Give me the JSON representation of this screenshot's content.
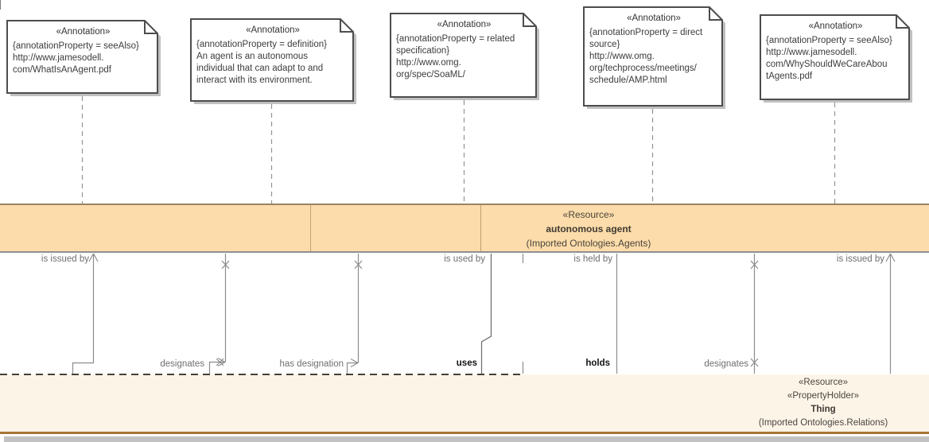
{
  "diagram": {
    "notes": [
      {
        "stereotype": "«Annotation»",
        "lines": [
          "{annotationProperty = seeAlso}",
          "http://www.jamesodell.",
          "com/WhatIsAnAgent.pdf"
        ]
      },
      {
        "stereotype": "«Annotation»",
        "lines": [
          "{annotationProperty = definition}",
          "An agent is an autonomous",
          "individual that can adapt to and",
          "interact with its environment."
        ]
      },
      {
        "stereotype": "«Annotation»",
        "lines": [
          "{annotationProperty = related",
          "specification}",
          "http://www.omg.",
          "org/spec/SoaML/"
        ]
      },
      {
        "stereotype": "«Annotation»",
        "lines": [
          "{annotationProperty = direct",
          "source}",
          "http://www.omg.",
          "org/techprocess/meetings/",
          "schedule/AMP.html"
        ]
      },
      {
        "stereotype": "«Annotation»",
        "lines": [
          "{annotationProperty = seeAlso}",
          "http://www.jamesodell.",
          "com/WhyShouldWeCareAbou",
          "tAgents.pdf"
        ]
      }
    ],
    "agent_class": {
      "stereotype": "«Resource»",
      "name": "autonomous agent",
      "package": "(Imported Ontologies.Agents)",
      "fill": "#fcdcaa"
    },
    "thing_class": {
      "stereotype1": "«Resource»",
      "stereotype2": "«PropertyHolder»",
      "name": "Thing",
      "package": "(Imported Ontologies.Relations)",
      "fill": "#fdf4e8"
    },
    "associations": [
      {
        "top_label": "is issued by"
      },
      {
        "bottom_label": "designates"
      },
      {
        "bottom_label": "has designation"
      },
      {
        "top_label": "is used by",
        "bottom_label": "uses"
      },
      {
        "top_label": "is held by",
        "bottom_label": "holds"
      },
      {
        "bottom_label": "designates"
      },
      {
        "top_label": "is issued by"
      }
    ],
    "colors": {
      "agent_band_fill": "#fcdcaa",
      "thing_band_fill": "#fdf4e8",
      "note_border": "#4d4d4d",
      "connector_gray": "#8c8c8c",
      "shadow_gray": "#c2c2c2",
      "thing_bottom_border": "#a87434"
    }
  }
}
